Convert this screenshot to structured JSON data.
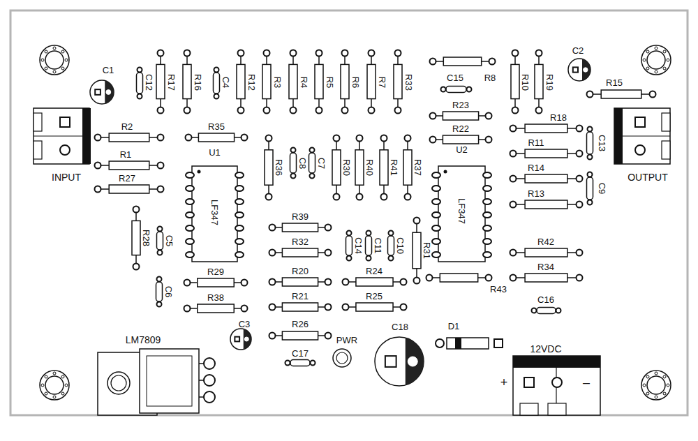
{
  "diagram": {
    "nodes": [
      {
        "text": [
          "U1",
          "LF347"
        ]
      },
      {
        "text": [
          "U2",
          "LF347"
        ]
      }
    ],
    "labels": [
      "C1",
      "C12",
      "R17",
      "R16",
      "C4",
      "R12",
      "R3",
      "R4",
      "R5",
      "R6",
      "R7",
      "R33",
      "R8",
      "C15",
      "R10",
      "R19",
      "C2",
      "R15",
      "R23",
      "R22",
      "R18",
      "R11",
      "R14",
      "R13",
      "C13",
      "C9",
      "OUTPUT",
      "INPUT",
      "R2",
      "R1",
      "R27",
      "R35",
      "R36",
      "C8",
      "C7",
      "R30",
      "R40",
      "R41",
      "R37",
      "R28",
      "C5",
      "R39",
      "R32",
      "C14",
      "C11",
      "C10",
      "R31",
      "R29",
      "R20",
      "R24",
      "R43",
      "R42",
      "R34",
      "C6",
      "R38",
      "R21",
      "R25",
      "C16",
      "LM7809",
      "C3",
      "R26",
      "PWR",
      "C18",
      "D1",
      "C17",
      "12VDC",
      "+",
      "–"
    ]
  }
}
